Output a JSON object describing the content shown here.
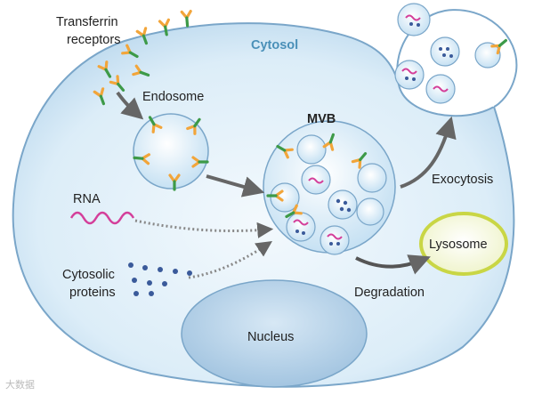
{
  "labels": {
    "transferrin": "Transferrin\nreceptors",
    "cytosol": "Cytosol",
    "endosome": "Endosome",
    "mvb": "MVB",
    "exocytosis": "Exocytosis",
    "rna": "RNA",
    "lysosome": "Lysosome",
    "cytosolic": "Cytosolic\nproteins",
    "degradation": "Degradation",
    "nucleus": "Nucleus",
    "watermark": "大数据"
  },
  "colors": {
    "cell_fill": "#d6e9f5",
    "cell_stroke": "#7aa6c9",
    "vesicle_fill": "#e4f1fa",
    "receptor_orange": "#f2a53a",
    "receptor_green": "#3d9a48",
    "rna_magenta": "#d43f9a",
    "protein_blue": "#3a5a9a",
    "arrow_gray": "#666666",
    "lysosome_stroke": "#c9d645",
    "nucleus_fill": "#b9d4ea"
  }
}
